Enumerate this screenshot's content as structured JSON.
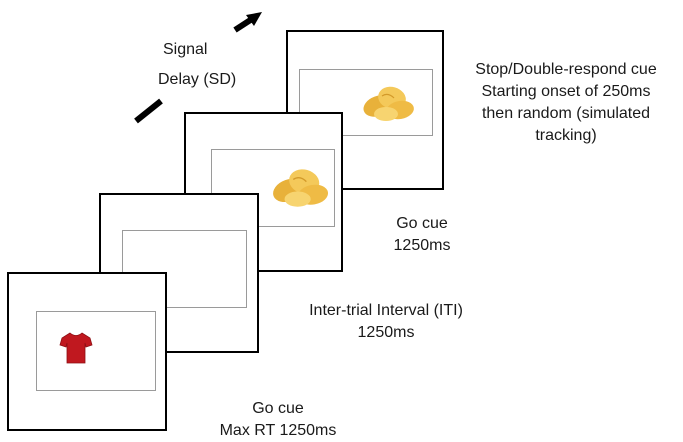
{
  "labels": {
    "signal_delay": [
      "Signal",
      "Delay (SD)"
    ],
    "stop_cue": [
      "Stop/Double-respond cue",
      "Starting onset of 250ms",
      "then random (simulated",
      "tracking)"
    ],
    "go_cue_2": [
      "Go cue",
      "1250ms"
    ],
    "iti": [
      "Inter-trial Interval (ITI)",
      "1250ms"
    ],
    "go_cue_1": [
      "Go cue",
      "Max RT 1250ms"
    ]
  },
  "icons": {
    "stimulus_1": "red-tshirt-icon",
    "stimulus_2": "potato-chips-icon",
    "stimulus_3": "potato-chips-icon"
  },
  "colors": {
    "frame": "#000000",
    "inner_frame": "#9a9a9a",
    "shirt": "#c0181f",
    "chips": "#f2c14e"
  }
}
